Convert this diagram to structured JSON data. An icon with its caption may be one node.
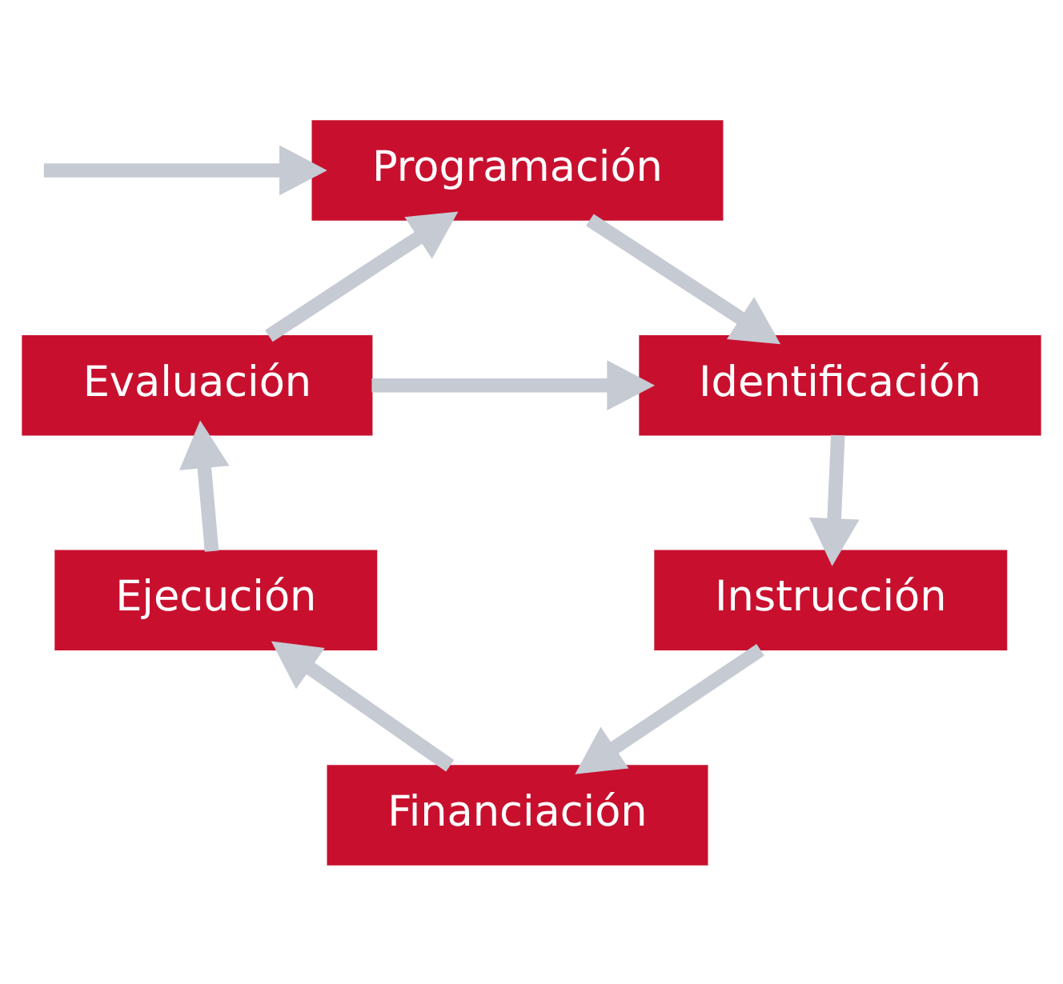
{
  "diagram": {
    "nodes": [
      {
        "text": [
          "Programación"
        ]
      },
      {
        "text": [
          "Identificación"
        ]
      },
      {
        "text": [
          "Instrucción"
        ]
      },
      {
        "text": [
          "Financiación"
        ]
      },
      {
        "text": [
          "Ejecución"
        ]
      },
      {
        "text": [
          "Evaluación"
        ]
      }
    ],
    "edges": [
      {
        "from": null,
        "to": 0,
        "arrow": "to"
      },
      {
        "from": 0,
        "to": 1,
        "arrow": "to"
      },
      {
        "from": 1,
        "to": 2,
        "arrow": "to"
      },
      {
        "from": 2,
        "to": 3,
        "arrow": "to"
      },
      {
        "from": 3,
        "to": 4,
        "arrow": "to"
      },
      {
        "from": 4,
        "to": 5,
        "arrow": "to"
      },
      {
        "from": 5,
        "to": 0,
        "arrow": "to"
      },
      {
        "from": 5,
        "to": 1,
        "arrow": "to"
      }
    ]
  }
}
